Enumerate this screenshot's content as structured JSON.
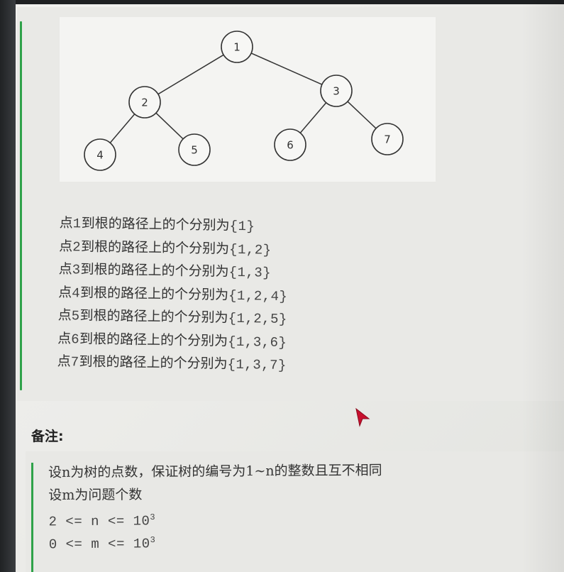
{
  "tree": {
    "nodes": [
      {
        "id": "1",
        "label": "1"
      },
      {
        "id": "2",
        "label": "2"
      },
      {
        "id": "3",
        "label": "3"
      },
      {
        "id": "4",
        "label": "4"
      },
      {
        "id": "5",
        "label": "5"
      },
      {
        "id": "6",
        "label": "6"
      },
      {
        "id": "7",
        "label": "7"
      }
    ],
    "edges": [
      [
        "1",
        "2"
      ],
      [
        "1",
        "3"
      ],
      [
        "2",
        "4"
      ],
      [
        "2",
        "5"
      ],
      [
        "3",
        "6"
      ],
      [
        "3",
        "7"
      ]
    ]
  },
  "paths": [
    {
      "prefix": "点",
      "num": "1",
      "mid": "到根的路径上的个分别为",
      "set": "{1}"
    },
    {
      "prefix": "点",
      "num": "2",
      "mid": "到根的路径上的个分别为",
      "set": "{1,2}"
    },
    {
      "prefix": "点",
      "num": "3",
      "mid": "到根的路径上的个分别为",
      "set": "{1,3}"
    },
    {
      "prefix": "点",
      "num": "4",
      "mid": "到根的路径上的个分别为",
      "set": "{1,2,4}"
    },
    {
      "prefix": "点",
      "num": "5",
      "mid": "到根的路径上的个分别为",
      "set": "{1,2,5}"
    },
    {
      "prefix": "点",
      "num": "6",
      "mid": "到根的路径上的个分别为",
      "set": "{1,3,6}"
    },
    {
      "prefix": "点",
      "num": "7",
      "mid": "到根的路径上的个分别为",
      "set": "{1,3,7}"
    }
  ],
  "notes": {
    "title": "备注:",
    "line1": "设n为树的点数，保证树的编号为1~n的整数且互不相同",
    "line2": "设m为问题个数",
    "line3_base": "2 <= n <= 10",
    "line3_exp": "3",
    "line4_base": "0 <= m <= 10",
    "line4_exp": "3"
  },
  "colors": {
    "accent_bar": "#2fa24a",
    "cursor": "#c8102e"
  }
}
